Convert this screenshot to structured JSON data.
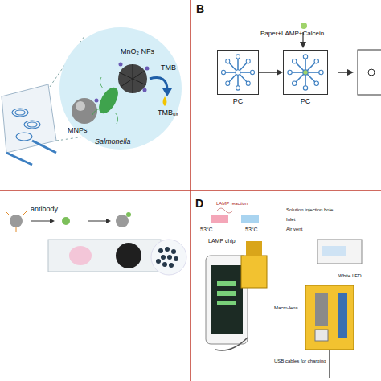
{
  "diagram": {
    "nodes": [
      {
        "text": [
          "PC"
        ]
      },
      {
        "text": [
          "PC"
        ]
      }
    ],
    "edges": [
      {
        "from": 0,
        "to": 1,
        "arrow": "to"
      }
    ],
    "labels": [
      "MNPs",
      "MnO₂ NFs",
      "TMB",
      "TMBₒₓ",
      "Salmonella",
      "B",
      "Paper+LAMP+Calcein",
      "antibody",
      "D",
      "LAMP reaction",
      "53°C",
      "53°C",
      "LAMP chip",
      "Solution injection hole",
      "Inlet",
      "Air vent",
      "White LED",
      "Macro-lens",
      "USB cables for charging"
    ]
  }
}
